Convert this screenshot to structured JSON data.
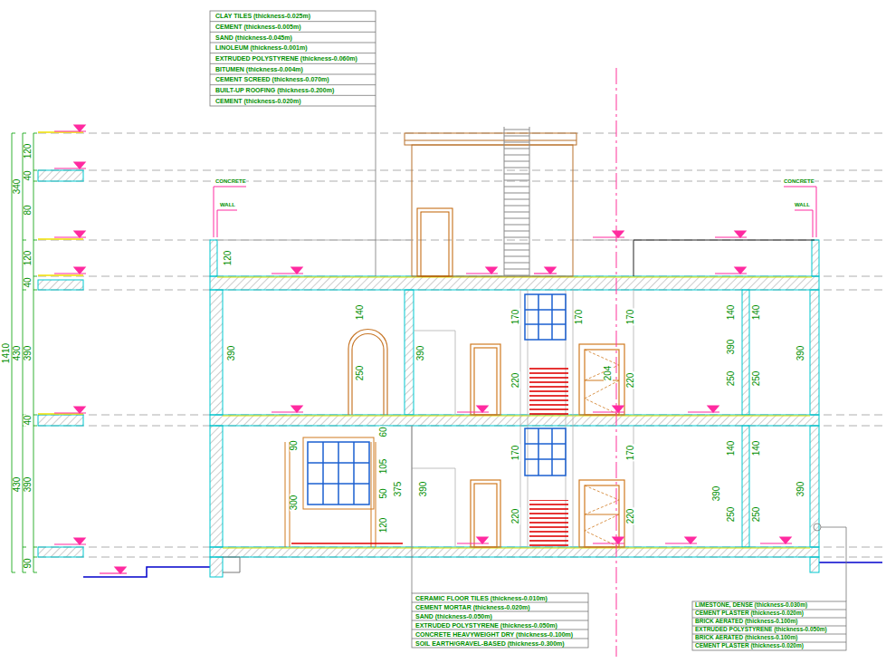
{
  "diagram": {
    "labels": [
      "CLAY TILES (thickness-0.025m)",
      "CEMENT (thickness-0.005m)",
      "SAND (thickness-0.045m)",
      "LINOLEUM (thickness-0.001m)",
      "EXTRUDED POLYSTYRENE (thickness-0.060m)",
      "BITUMEN (thickness-0.004m)",
      "CEMENT SCREED (thickness-0.070m)",
      "BUILT-UP ROOFING (thickness-0.200m)",
      "CEMENT (thickness-0.020m)",
      "CONCRETE",
      "WALL",
      "CONCRETE",
      "WALL",
      "120",
      "40",
      "80",
      "340",
      "120",
      "40",
      "1410",
      "430",
      "390",
      "40",
      "430",
      "390",
      "90",
      "120",
      "390",
      "140",
      "250",
      "390",
      "170",
      "220",
      "170",
      "204",
      "170",
      "220",
      "140",
      "390",
      "250",
      "140",
      "250",
      "390",
      "90",
      "300",
      "60",
      "105",
      "50",
      "120",
      "375",
      "390",
      "170",
      "220",
      "170",
      "220",
      "140",
      "390",
      "250",
      "140",
      "250",
      "390",
      "CERAMIC FLOOR TILES (thickness-0.010m)",
      "CEMENT MORTAR (thickness-0.020m)",
      "SAND (thickness-0.050m)",
      "EXTRUDED POLYSTYRENE (thickness-0.050m)",
      "CONCRETE HEAVYWEIGHT DRY (thickness-0.100m)",
      "SOIL EARTH/GRAVEL-BASED (thickness-0.300m)",
      "LIMESTONE, DENSE (thickness-0.030m)",
      "CEMENT PLASTER (thickness-0.020m)",
      "BRICK AERATED (thickness-0.100m)",
      "EXTRUDED POLYSTYRENE (thickness-0.050m)",
      "BRICK AERATED (thickness-0.100m)",
      "CEMENT PLASTER (thickness-0.020m)"
    ]
  }
}
